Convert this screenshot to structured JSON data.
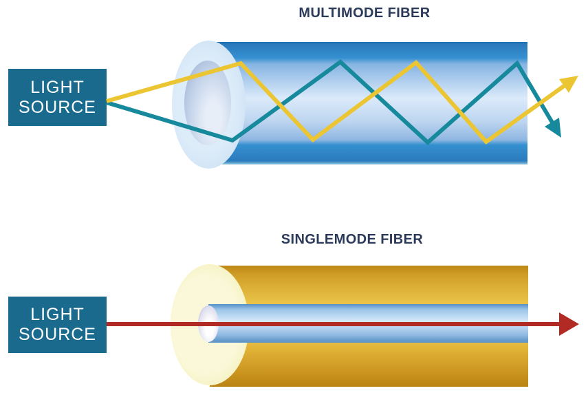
{
  "multimode": {
    "title": "MULTIMODE FIBER",
    "light_source": {
      "line1": "LIGHT",
      "line2": "SOURCE"
    }
  },
  "singlemode": {
    "title": "SINGLEMODE FIBER",
    "light_source": {
      "line1": "LIGHT",
      "line2": "SOURCE"
    }
  },
  "colors": {
    "background": "#ffffff",
    "title_text": "#2c3a5a",
    "source_box": "#1a6a8e",
    "source_text": "#ffffff",
    "mm_blue_edge": "#2a7abd",
    "mm_blue_band": "#3590d0",
    "mm_blue_soft": "#86b4e2",
    "mm_core_light": "#dbeafa",
    "mm_core_mid": "#bdd5f0",
    "mm_core_shade": "#8fb6e1",
    "mm_face_light": "#ddecf9",
    "mm_face": "#cfe3f5",
    "mm_face_rim": "#b5d3ee",
    "mm_lens_light": "#e7eef8",
    "mm_lens_mid": "#c2d2e9",
    "mm_lens_dark": "#93a9ce",
    "ray_yellow": "#ecc532",
    "ray_teal": "#17899c",
    "sm_gold_edge": "#bd8714",
    "sm_gold_dark": "#cf9d26",
    "sm_gold_mid": "#e9c247",
    "sm_gold_light": "#f0d363",
    "sm_gold_mid2": "#e2b438",
    "sm_gold_dark2": "#c68f1b",
    "sm_gold_edge2": "#b98414",
    "sm_face_light": "#faf8d9",
    "sm_face": "#f5f1bd",
    "sm_face_rim": "#e9e29a",
    "sm_core_edge": "#5590c8",
    "sm_core_soft": "#9cc4e8",
    "sm_core_light": "#d6ebfa",
    "sm_core_shade": "#8fb9e2",
    "sm_core_edge2": "#6097c8",
    "sm_lens_light": "#ffffff",
    "sm_lens_mid": "#dfdfef",
    "sm_lens_dark": "#a6abcc",
    "ray_red": "#b22a24"
  }
}
